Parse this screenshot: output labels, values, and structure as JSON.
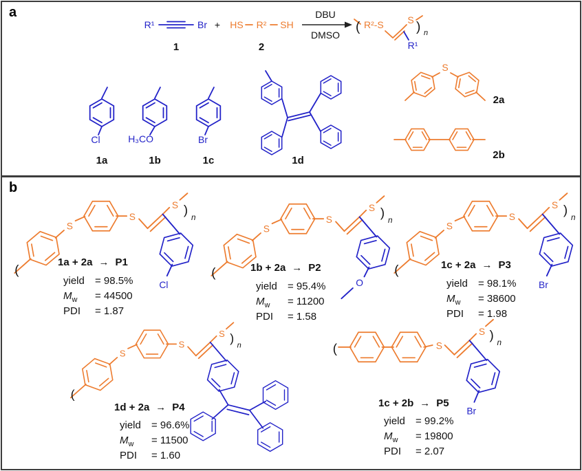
{
  "colors": {
    "blue": "#2222c8",
    "orange": "#ed7c2f"
  },
  "panel_a": {
    "label": "a",
    "scheme": {
      "r1": "R¹",
      "br": "Br",
      "plus": "+",
      "hs": "HS",
      "r2": "R²",
      "sh": "SH",
      "compound_1": "1",
      "compound_2": "2",
      "reagent_top": "DBU",
      "reagent_bottom": "DMSO",
      "product_group": "R²-S",
      "product_s": "S",
      "paren_open": "(",
      "paren_close": ")",
      "repeat_n": "n",
      "product_r1": "R¹"
    },
    "monomer_labels": [
      "1a",
      "1b",
      "1c",
      "1d",
      "2a",
      "2b"
    ],
    "atoms": {
      "cl": "Cl",
      "methoxy": "H₃CO",
      "br": "Br",
      "s": "S"
    }
  },
  "panel_b": {
    "label": "b",
    "shared": {
      "s": "S",
      "paren_open": "(",
      "paren_close": ")",
      "repeat_n": "n",
      "arrow": "→",
      "yield_label": "yield",
      "mw_m": "M",
      "mw_sub": "w",
      "pdi_label": "PDI"
    },
    "polymers": [
      {
        "equation": "1a + 2a",
        "product": "P1",
        "yield_value": "= 98.5%",
        "mw_value": "= 44500",
        "pdi_value": "= 1.87",
        "pendant_atom": "Cl"
      },
      {
        "equation": "1b + 2a",
        "product": "P2",
        "yield_value": "= 95.4%",
        "mw_value": "= 11200",
        "pdi_value": "= 1.58",
        "pendant_atom": "O"
      },
      {
        "equation": "1c + 2a",
        "product": "P3",
        "yield_value": "= 98.1%",
        "mw_value": "= 38600",
        "pdi_value": "= 1.98",
        "pendant_atom": "Br"
      },
      {
        "equation": "1d + 2a",
        "product": "P4",
        "yield_value": "= 96.6%",
        "mw_value": "= 11500",
        "pdi_value": "= 1.60",
        "pendant_atom": ""
      },
      {
        "equation": "1c + 2b",
        "product": "P5",
        "yield_value": "= 99.2%",
        "mw_value": "= 19800",
        "pdi_value": "= 2.07",
        "pendant_atom": "Br"
      }
    ]
  }
}
